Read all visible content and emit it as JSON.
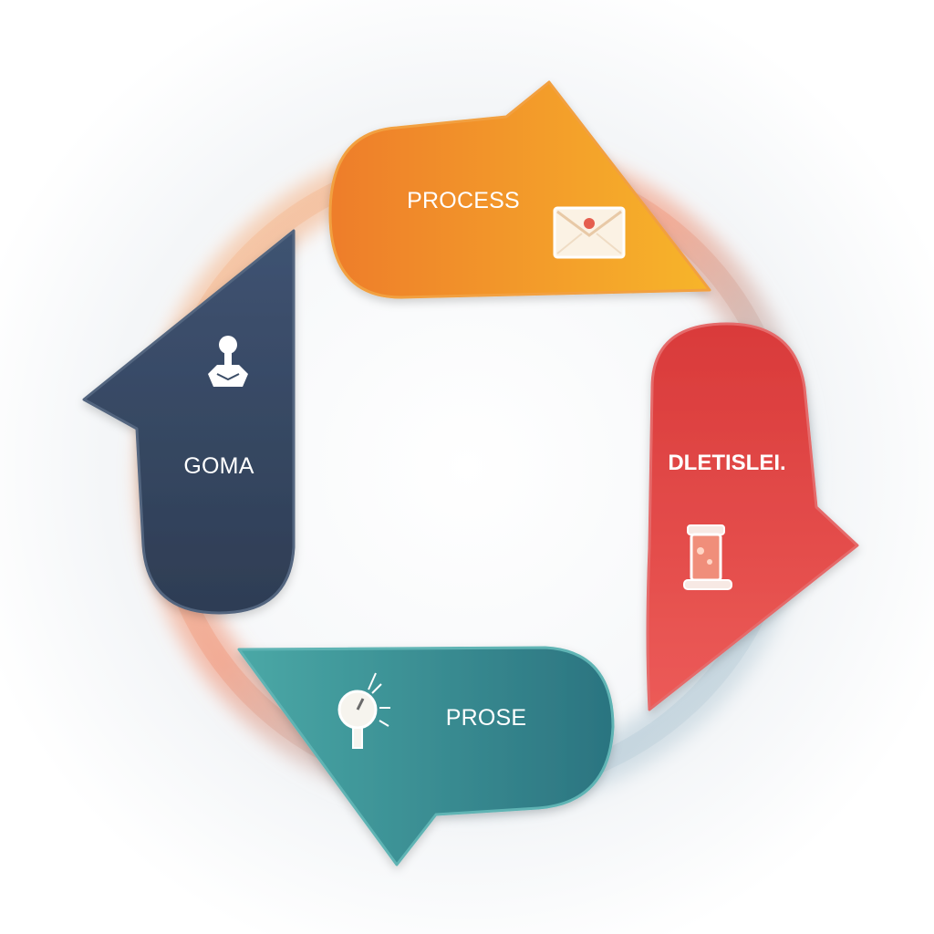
{
  "diagram": {
    "type": "cycle",
    "steps": [
      {
        "label": "PROCESS",
        "color": "#f39a2a",
        "icon": "envelope-icon"
      },
      {
        "label": "DLETISLEI.",
        "color": "#e24a4a",
        "icon": "jar-icon"
      },
      {
        "label": "PROSE",
        "color": "#2f8f92",
        "icon": "stopwatch-icon"
      },
      {
        "label": "GOMA",
        "color": "#36485f",
        "icon": "person-pin-icon"
      }
    ],
    "ring_colors": [
      "#f6a23c",
      "#ec5c4a",
      "#7fa5b3",
      "#8fb0c0"
    ]
  }
}
